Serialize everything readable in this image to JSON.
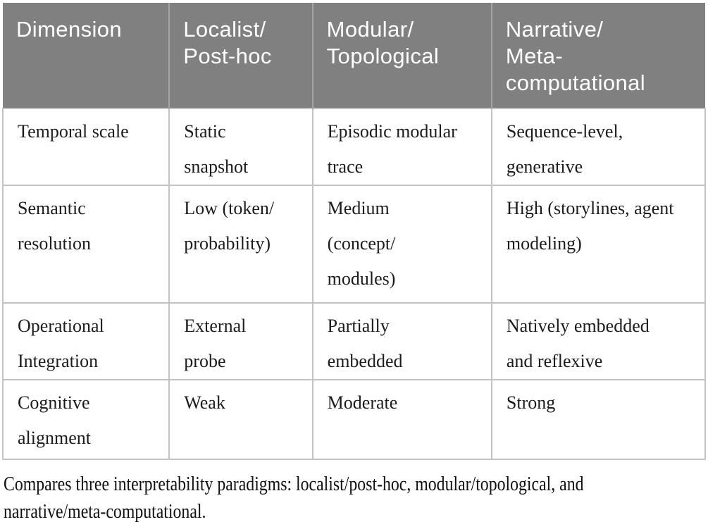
{
  "table": {
    "columns": [
      {
        "label": "Dimension"
      },
      {
        "label": "Localist/\nPost-hoc"
      },
      {
        "label": "Modular/\nTopological"
      },
      {
        "label": "Narrative/\nMeta-\ncomputational"
      }
    ],
    "rows": [
      {
        "dimension": "Temporal scale",
        "localist": "Static\nsnapshot",
        "modular": "Episodic modular\ntrace",
        "narrative": "Sequence-level,\ngenerative"
      },
      {
        "dimension": "Semantic\nresolution",
        "localist": "Low (token/\nprobability)",
        "modular": "Medium\n(concept/\nmodules)",
        "narrative": "High (storylines, agent\nmodeling)"
      },
      {
        "dimension": "Operational\nIntegration",
        "localist": "External\nprobe",
        "modular": "Partially\nembedded",
        "narrative": "Natively embedded\nand reflexive"
      },
      {
        "dimension": "Cognitive\nalignment",
        "localist": "Weak",
        "modular": "Moderate",
        "narrative": "Strong"
      }
    ],
    "caption": "Compares three interpretability paradigms: localist/post-hoc, modular/topological, and\nnarrative/meta-computational."
  },
  "colors": {
    "header_bg": "#808080",
    "header_text": "#ffffff",
    "header_divider": "#a5a5a5",
    "grid_line": "#c3c3c3",
    "body_text": "#1c1c1c"
  }
}
